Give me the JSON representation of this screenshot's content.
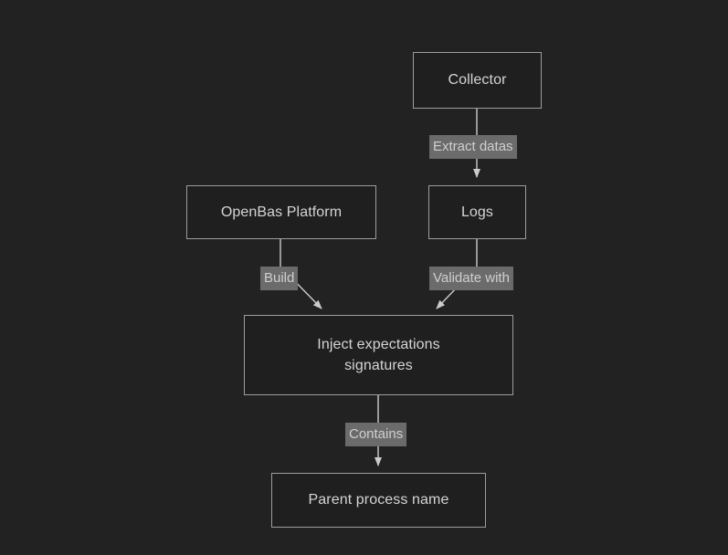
{
  "diagram": {
    "type": "flowchart",
    "direction": "top-to-bottom",
    "background_color": "#222222",
    "node_border_color": "#9d9d9d",
    "node_fill_color": "#1f1f1f",
    "node_text_color": "#d5d5d5",
    "edge_color": "#cccccc",
    "edge_label_background": "#6b6b6b",
    "edge_label_text_color": "#cfcfcf",
    "nodes": [
      {
        "id": "collector",
        "label": "Collector"
      },
      {
        "id": "logs",
        "label": "Logs"
      },
      {
        "id": "openbas",
        "label": "OpenBas Platform"
      },
      {
        "id": "inject",
        "label": "Inject expectations\nsignatures"
      },
      {
        "id": "parent",
        "label": "Parent process name"
      }
    ],
    "edges": [
      {
        "from": "collector",
        "to": "logs",
        "label": "Extract datas"
      },
      {
        "from": "openbas",
        "to": "inject",
        "label": "Build"
      },
      {
        "from": "logs",
        "to": "inject",
        "label": "Validate with"
      },
      {
        "from": "inject",
        "to": "parent",
        "label": "Contains"
      }
    ]
  }
}
